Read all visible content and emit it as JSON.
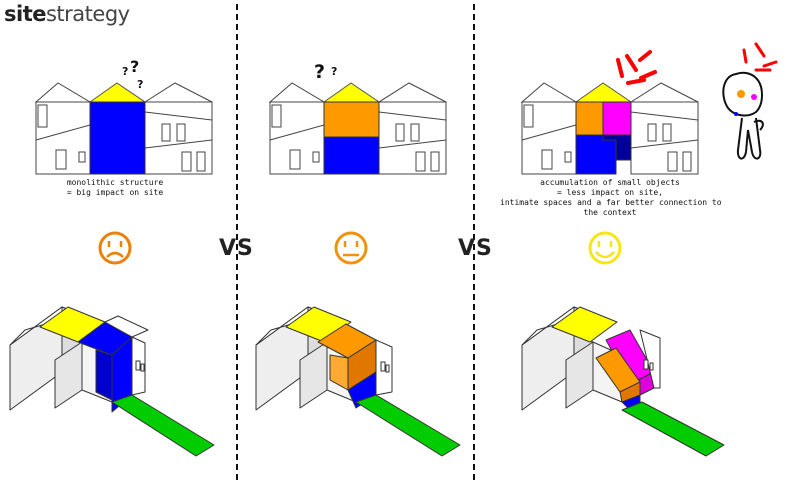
{
  "header": {
    "title_bold": "site",
    "title_light": "strategy"
  },
  "options": [
    {
      "caption": [
        "monolithic structure",
        "= big impact on site"
      ],
      "mood": "sad",
      "marks": [
        "?",
        "?",
        "?"
      ]
    },
    {
      "caption": [],
      "mood": "neutral",
      "marks": [
        "?",
        "?"
      ]
    },
    {
      "caption": [
        "accumulation of small objects",
        "= less impact on site,",
        "intimate spaces and a far better connection to",
        "the context"
      ],
      "mood": "happy",
      "marks": []
    }
  ],
  "separators": [
    "VS",
    "VS"
  ],
  "colors": {
    "roof": "#ffff00",
    "blue": "#0000ff",
    "orange": "#ff9900",
    "magenta": "#ff00ff",
    "navy": "#000099",
    "green": "#00cc00",
    "sad_face": "#e8820c",
    "neutral_face": "#f0920c",
    "happy_face": "#f5e61a",
    "alert": "#ff0000"
  }
}
